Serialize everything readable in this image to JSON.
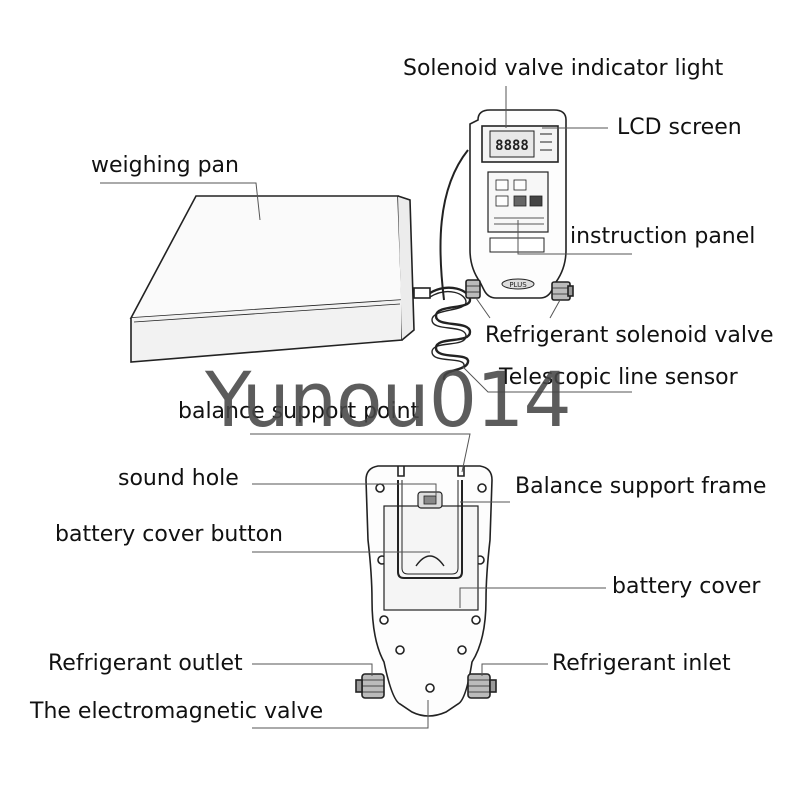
{
  "labels": {
    "solenoid_indicator": "Solenoid valve indicator light",
    "lcd_screen": "LCD screen",
    "weighing_pan": "weighing pan",
    "instruction_panel": "instruction panel",
    "refrigerant_solenoid_valve": "Refrigerant solenoid valve",
    "telescopic_line_sensor": "Telescopic line sensor",
    "balance_support_point": "balance support point",
    "sound_hole": "sound hole",
    "balance_support_frame": "Balance support frame",
    "battery_cover_button": "battery cover button",
    "battery_cover": "battery cover",
    "refrigerant_outlet": "Refrigerant outlet",
    "refrigerant_inlet": "Refrigerant inlet",
    "electromagnetic_valve": "The electromagnetic valve"
  },
  "watermark": "Yunou014",
  "device_text": {
    "lcd_readout": "8888",
    "brand": "PLUS"
  },
  "colors": {
    "line": "#222222",
    "leader": "#555555",
    "watermark": "#464646"
  }
}
